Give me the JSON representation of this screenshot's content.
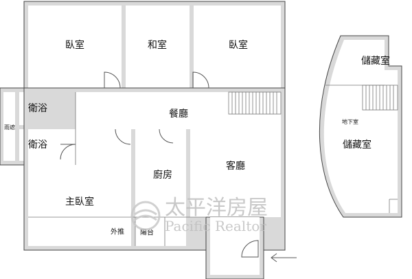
{
  "rooms": {
    "bedroom_left": "臥室",
    "japanese_room": "和室",
    "bedroom_right": "臥室",
    "bath_upper": "衛浴",
    "bath_lower": "衛浴",
    "dining": "餐廳",
    "kitchen": "廚房",
    "living": "客廳",
    "master_bedroom": "主臥室",
    "outer_push": "外推",
    "balcony": "陽台",
    "rain_shelter": "雨遮"
  },
  "basement": {
    "title": "地下室",
    "storage_upper": "儲藏室",
    "storage_lower": "儲藏室"
  },
  "watermark": {
    "brand_cn": "太平洋房屋",
    "brand_en": "Pacific Realtor"
  }
}
